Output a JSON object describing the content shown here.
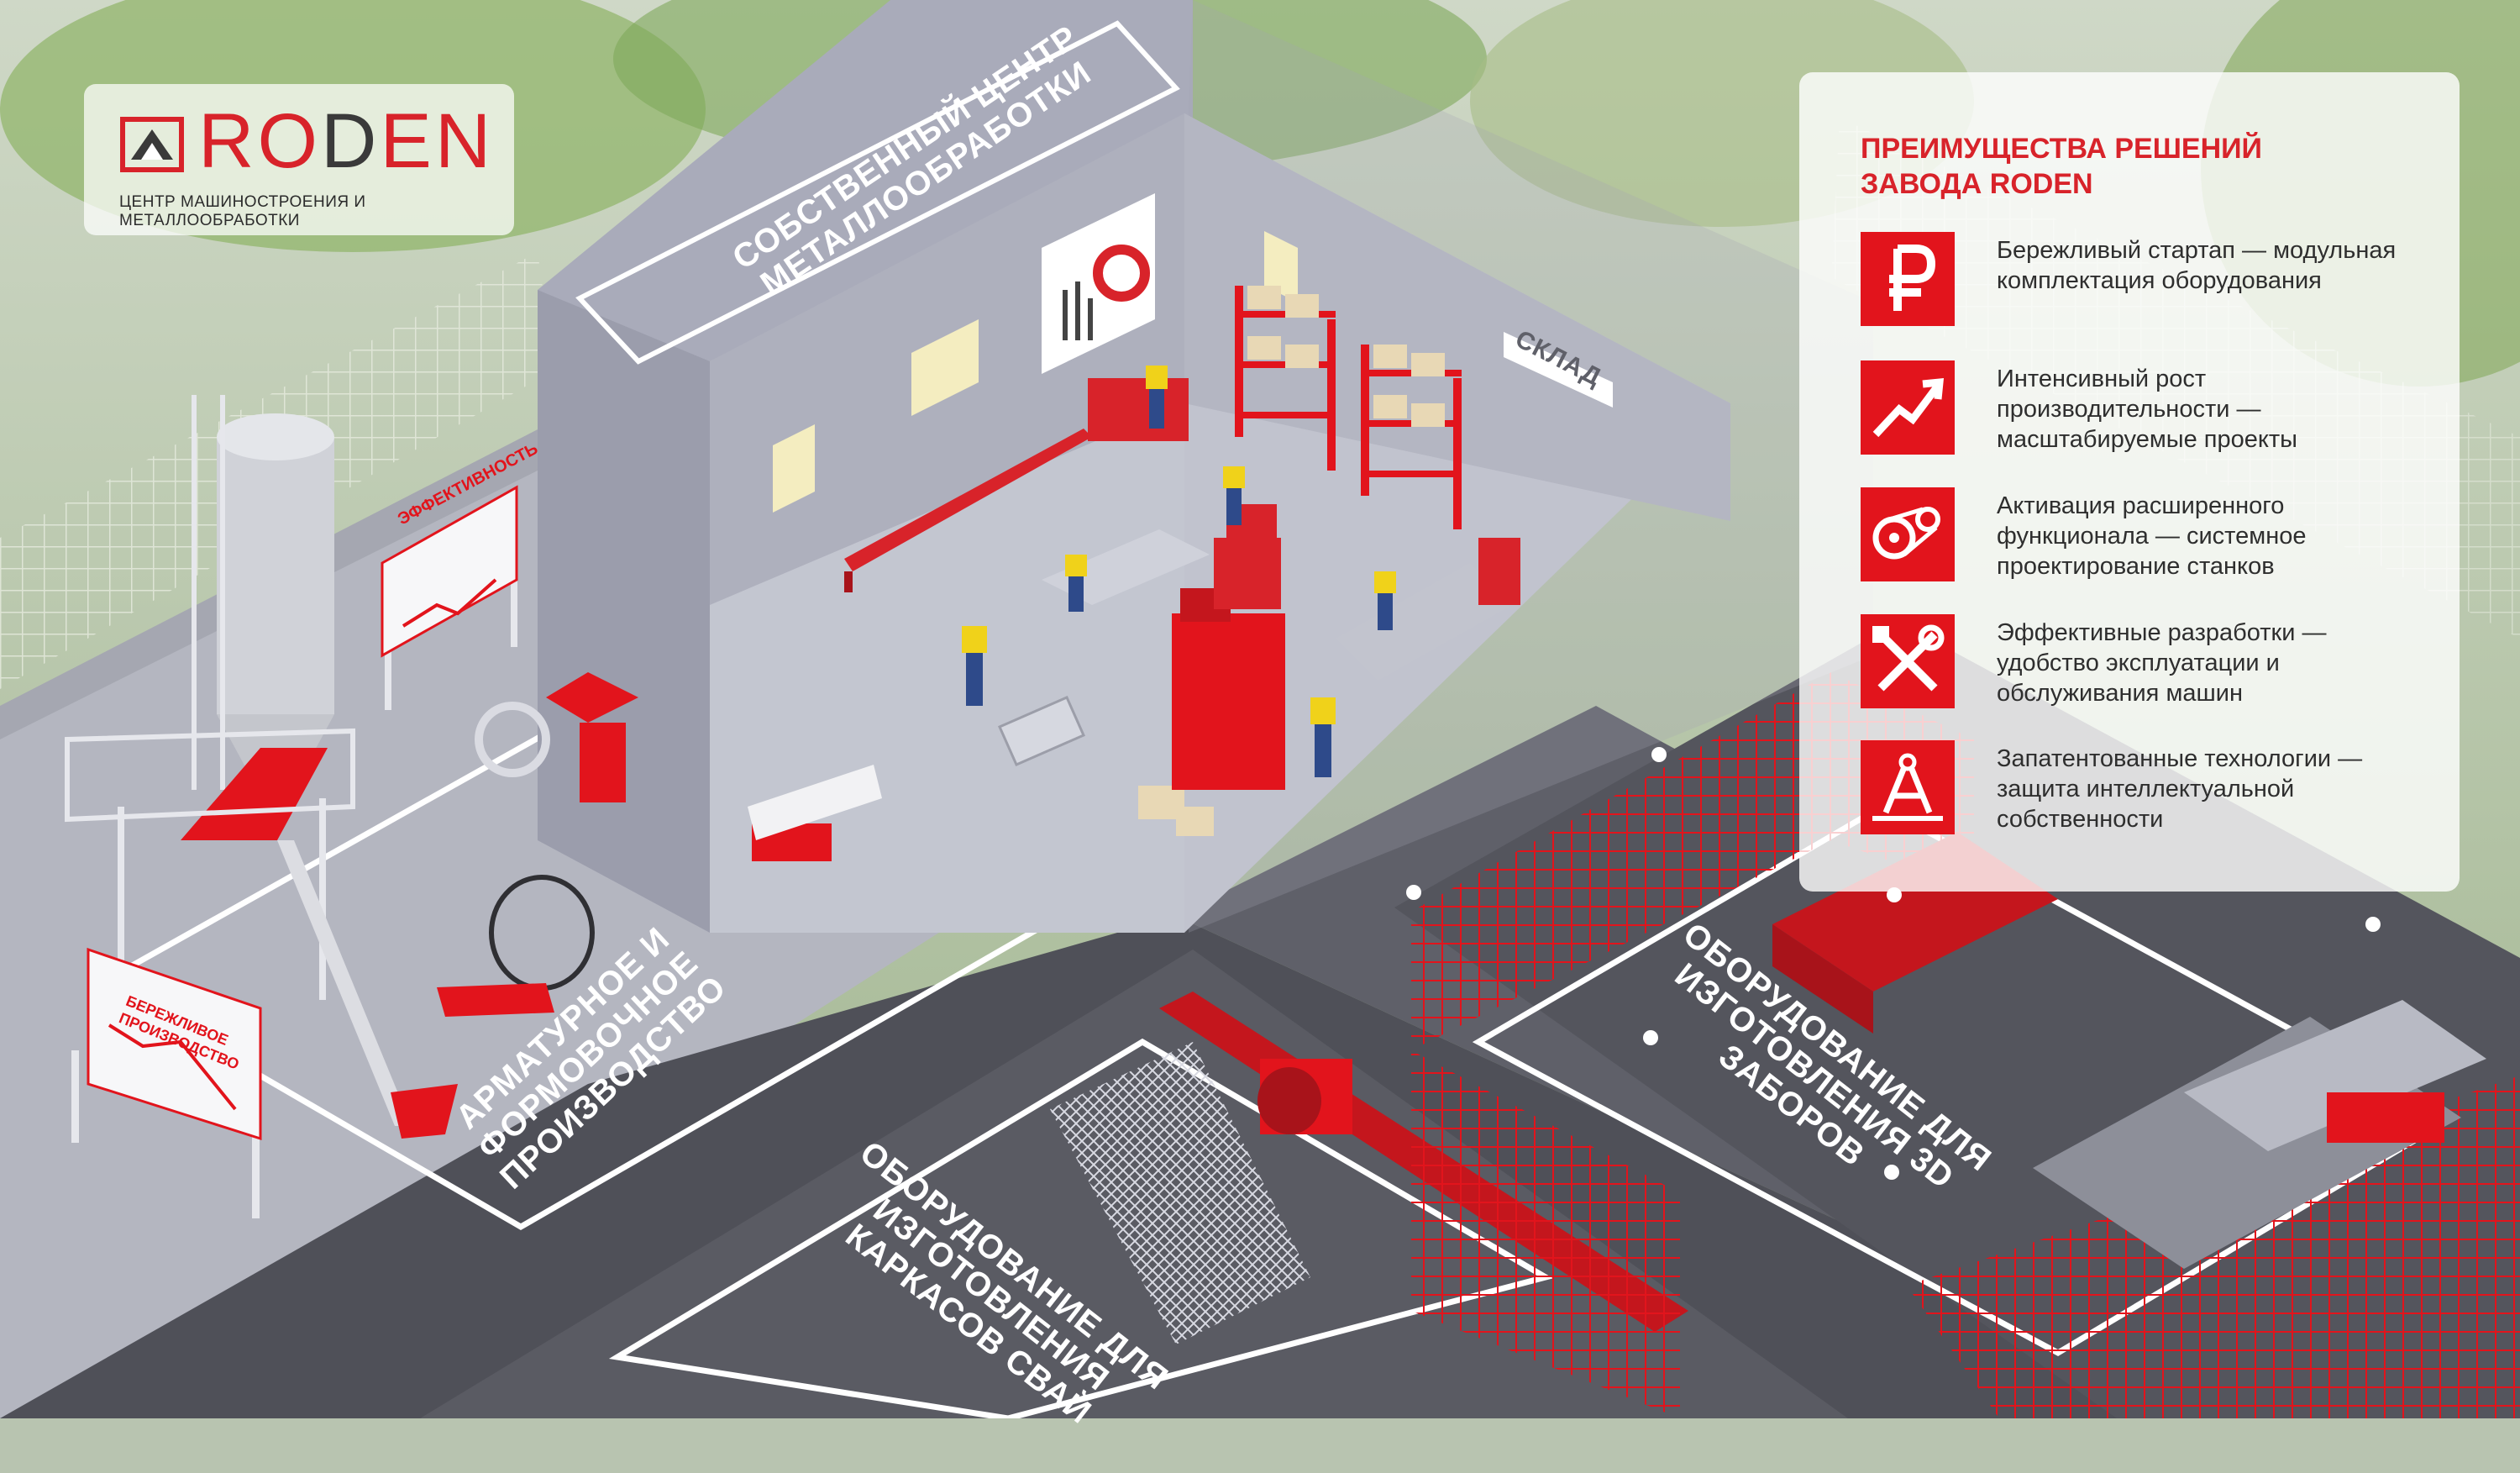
{
  "logo": {
    "name": "RODEN",
    "subtitle": "ЦЕНТР МАШИНОСТРОЕНИЯ И МЕТАЛЛООБРАБОТКИ"
  },
  "panel": {
    "title": "ПРЕИМУЩЕСТВА РЕШЕНИЙ ЗАВОДА RODEN",
    "items": [
      {
        "icon": "ruble-icon",
        "text": "Бережливый стартап — модульная комплектация оборудования"
      },
      {
        "icon": "growth-arrow-icon",
        "text": "Интенсивный рост производительности — масштабируемые проекты"
      },
      {
        "icon": "belt-drive-icon",
        "text": "Активация расширенного функционала — системное проектирование станков"
      },
      {
        "icon": "tools-icon",
        "text": "Эффективные разработки — удобство эксплуатации и обслуживания машин"
      },
      {
        "icon": "compass-icon",
        "text": "Запатентованные технологии — защита интеллектуальной собственности"
      }
    ]
  },
  "zones": {
    "metal_center": "СОБСТВЕННЫЙ ЦЕНТР МЕТАЛЛООБРАБОТКИ",
    "warehouse": "СКЛАД",
    "rebar": "АРМАТУРНОЕ И ФОРМОВОЧНОЕ ПРОИЗВОДСТВО",
    "piles": "ОБОРУДОВАНИЕ ДЛЯ ИЗГОТОВЛЕНИЯ КАРКАСОВ СВАЙ",
    "fences": "ОБОРУДОВАНИЕ ДЛЯ ИЗГОТОВЛЕНИЯ 3D ЗАБОРОВ"
  },
  "billboards": {
    "efficiency": "ЭФФЕКТИВНОСТЬ",
    "lean": "БЕРЕЖЛИВОЕ ПРОИЗВОДСТВО"
  },
  "colors": {
    "brand_red": "#d8232a",
    "icon_red": "#e2141c",
    "asphalt": "#5f6069",
    "concrete": "#b6b8c4",
    "wall": "#a9abba"
  }
}
